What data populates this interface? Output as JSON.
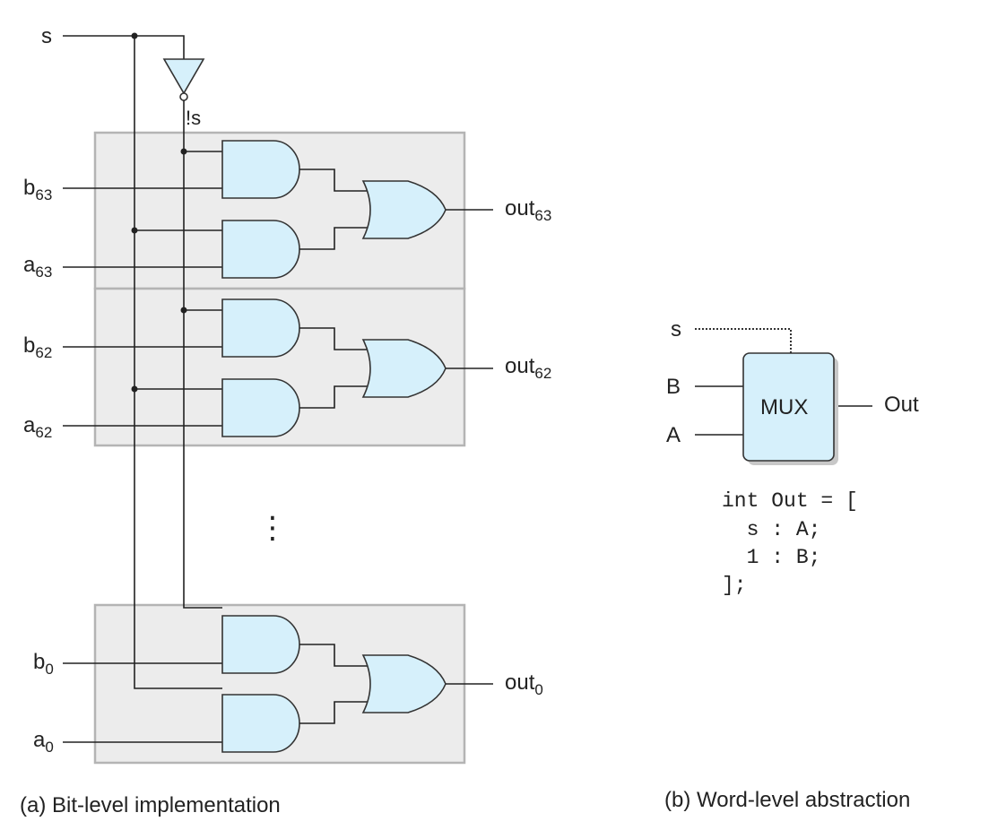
{
  "inputs": {
    "s": "s",
    "not_s": "!s"
  },
  "slices": [
    {
      "b": "b",
      "b_sub": "63",
      "a": "a",
      "a_sub": "63",
      "out": "out",
      "out_sub": "63"
    },
    {
      "b": "b",
      "b_sub": "62",
      "a": "a",
      "a_sub": "62",
      "out": "out",
      "out_sub": "62"
    },
    {
      "b": "b",
      "b_sub": "0",
      "a": "a",
      "a_sub": "0",
      "out": "out",
      "out_sub": "0"
    }
  ],
  "ellipsis": "⋮",
  "mux": {
    "label": "MUX",
    "s": "s",
    "b": "B",
    "a": "A",
    "out": "Out"
  },
  "code": [
    "int Out = [",
    "  s : A;",
    "  1 : B;",
    "];"
  ],
  "captions": {
    "left": "(a) Bit-level implementation",
    "right": "(b) Word-level abstraction"
  },
  "colors": {
    "gate_fill": "#d6f0fb",
    "panel_fill": "#ececec",
    "panel_stroke": "#b4b4b4",
    "wire": "#222222"
  }
}
